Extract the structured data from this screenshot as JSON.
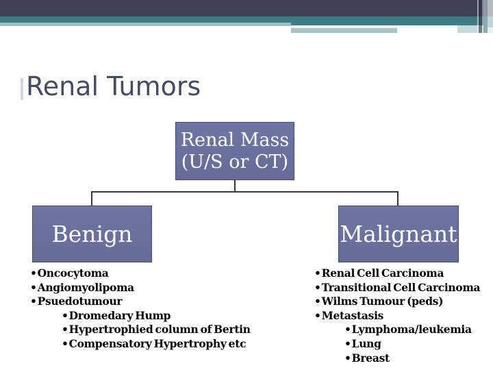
{
  "slide": {
    "title": "Renal Tumors"
  },
  "ui": {
    "bullet": "•"
  },
  "chart_root": {
    "line1": "Renal Mass",
    "line2": "(U/S or CT)"
  },
  "nodes": {
    "benign": "Benign",
    "malignant": "Malignant"
  },
  "lists": {
    "benign": [
      {
        "text": "Oncocytoma",
        "level": 1
      },
      {
        "text": "Angiomyolipoma",
        "level": 1
      },
      {
        "text": "Psuedotumour",
        "level": 1
      },
      {
        "text": "Dromedary Hump",
        "level": 2
      },
      {
        "text": "Hypertrophied column of Bertin",
        "level": 2
      },
      {
        "text": "Compensatory Hypertrophy etc",
        "level": 2
      }
    ],
    "malignant": [
      {
        "text": "Renal Cell Carcinoma",
        "level": 1
      },
      {
        "text": "Transitional Cell Carcinoma",
        "level": 1
      },
      {
        "text": "Wilms Tumour (peds)",
        "level": 1
      },
      {
        "text": "Metastasis",
        "level": 1
      },
      {
        "text": "Lymphoma/leukemia",
        "level": 2
      },
      {
        "text": "Lung",
        "level": 2
      },
      {
        "text": "Breast",
        "level": 2
      }
    ]
  },
  "colors": {
    "header_dark": "#3F4256",
    "header_teal": "#3D7E86",
    "header_sage": "#9FBEC0",
    "node_fill": "#696E9C",
    "node_border": "#44486A",
    "title_text": "#464A5F",
    "connector": "#35363D",
    "list_text": "#000000"
  }
}
